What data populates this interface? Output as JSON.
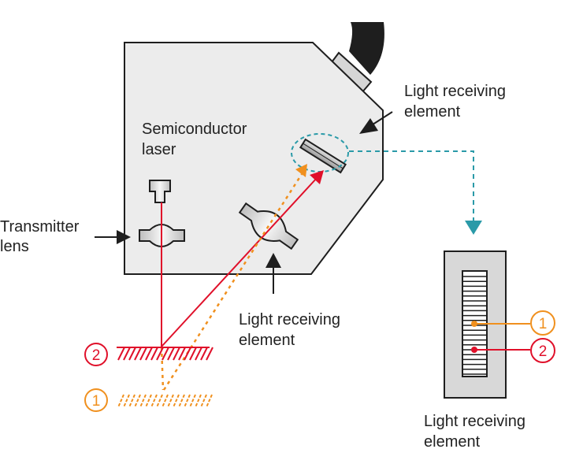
{
  "diagram": {
    "labels": {
      "semiconductor_laser": [
        "Semiconductor",
        "laser"
      ],
      "transmitter_lens": [
        "Transmitter",
        "lens"
      ],
      "receiving_element_top": [
        "Light receiving",
        "element"
      ],
      "receiving_lens": [
        "Light receiving",
        "element"
      ],
      "receiving_element_detail": [
        "Light receiving",
        "element"
      ]
    },
    "markers": {
      "position_1": "1",
      "position_2": "2"
    },
    "colors": {
      "housing_fill": "#ececec",
      "outline": "#1e1e1e",
      "laser_red": "#e0102a",
      "orange": "#f0901e",
      "teal": "#2a9aa8",
      "detail_fill": "#d8d8d8"
    }
  }
}
